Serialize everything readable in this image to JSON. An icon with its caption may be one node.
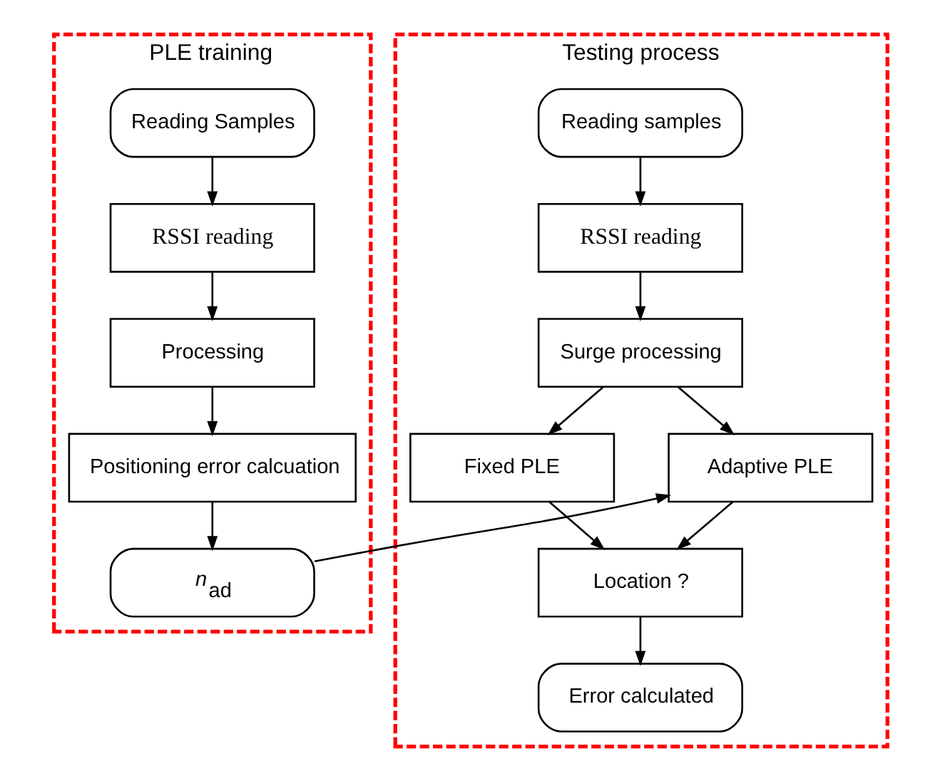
{
  "diagram": {
    "nodes": [
      {
        "text": [
          "PLE training"
        ]
      },
      {
        "text": [
          "Reading Samples"
        ],
        "in": 0
      },
      {
        "text": [
          "RSSI reading"
        ],
        "in": 0
      },
      {
        "text": [
          "Processing"
        ],
        "in": 0
      },
      {
        "text": [
          "Positioning error calcuation"
        ],
        "in": 0
      },
      {
        "text": [
          "*n*$_{ad}$"
        ],
        "in": 0
      },
      {
        "text": [
          "Testing process"
        ]
      },
      {
        "text": [
          "Reading samples"
        ],
        "in": 6
      },
      {
        "text": [
          "RSSI reading"
        ],
        "in": 6
      },
      {
        "text": [
          "Surge processing"
        ],
        "in": 6
      },
      {
        "text": [
          "Fixed PLE"
        ],
        "in": 6
      },
      {
        "text": [
          "Adaptive PLE"
        ],
        "in": 6
      },
      {
        "text": [
          "Location ?"
        ],
        "in": 6
      },
      {
        "text": [
          "Error calculated"
        ],
        "in": 6
      }
    ],
    "edges": [
      {
        "from": 1,
        "to": 2,
        "arrow": "to"
      },
      {
        "from": 2,
        "to": 3,
        "arrow": "to"
      },
      {
        "from": 3,
        "to": 4,
        "arrow": "to"
      },
      {
        "from": 4,
        "to": 5,
        "arrow": "to"
      },
      {
        "from": 5,
        "to": 11,
        "arrow": "to"
      },
      {
        "from": 7,
        "to": 8,
        "arrow": "to"
      },
      {
        "from": 8,
        "to": 9,
        "arrow": "to"
      },
      {
        "from": 9,
        "to": 10,
        "arrow": "to"
      },
      {
        "from": 9,
        "to": 11,
        "arrow": "to"
      },
      {
        "from": 10,
        "to": 12,
        "arrow": "to"
      },
      {
        "from": 11,
        "to": 12,
        "arrow": "to"
      },
      {
        "from": 12,
        "to": 13,
        "arrow": "to"
      }
    ]
  }
}
